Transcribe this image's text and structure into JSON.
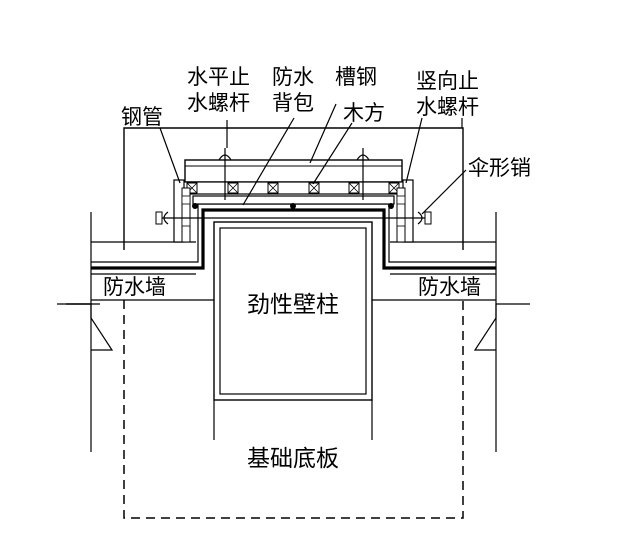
{
  "labels": {
    "horizontal_bolt_1": "水平止",
    "horizontal_bolt_2": "水螺杆",
    "waterproof_back_1": "防水",
    "waterproof_back_2": "背包",
    "channel_steel": "槽钢",
    "timber": "木方",
    "vertical_bolt_1": "竖向止",
    "vertical_bolt_2": "水螺杆",
    "steel_pipe": "钢管",
    "umbrella_pin": "伞形销",
    "waterproof_wall_left": "防水墙",
    "waterproof_wall_right": "防水墙",
    "stiff_column": "劲性壁柱",
    "foundation_slab": "基础底板"
  },
  "colors": {
    "line": "#000000",
    "background": "#ffffff"
  }
}
